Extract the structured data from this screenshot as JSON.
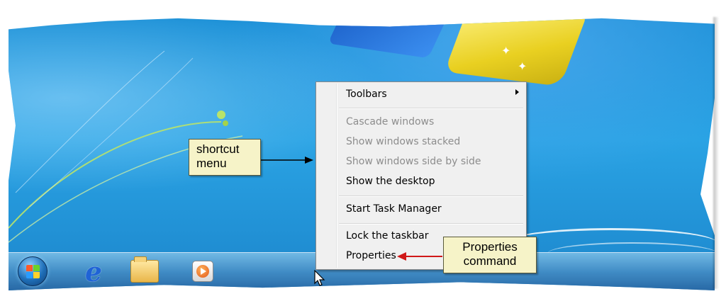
{
  "context_menu": {
    "items": [
      {
        "label": "Toolbars",
        "enabled": true,
        "has_submenu": true
      },
      {
        "label": "Cascade windows",
        "enabled": false
      },
      {
        "label": "Show windows stacked",
        "enabled": false
      },
      {
        "label": "Show windows side by side",
        "enabled": false
      },
      {
        "label": "Show the desktop",
        "enabled": true
      },
      {
        "label": "Start Task Manager",
        "enabled": true
      },
      {
        "label": "Lock the taskbar",
        "enabled": true
      },
      {
        "label": "Properties",
        "enabled": true
      }
    ]
  },
  "callouts": {
    "shortcut_menu": {
      "line1": "shortcut",
      "line2": "menu"
    },
    "properties_command": {
      "line1": "Properties",
      "line2": "command"
    }
  },
  "taskbar": {
    "icons": [
      "start-orb-icon",
      "internet-explorer-icon",
      "windows-explorer-icon",
      "windows-media-player-icon"
    ]
  },
  "colors": {
    "desktop_blue": "#1c8fd6",
    "callout_fill": "#f6f3c8",
    "arrow_red": "#d01818",
    "menu_bg": "#f0f0f0"
  }
}
